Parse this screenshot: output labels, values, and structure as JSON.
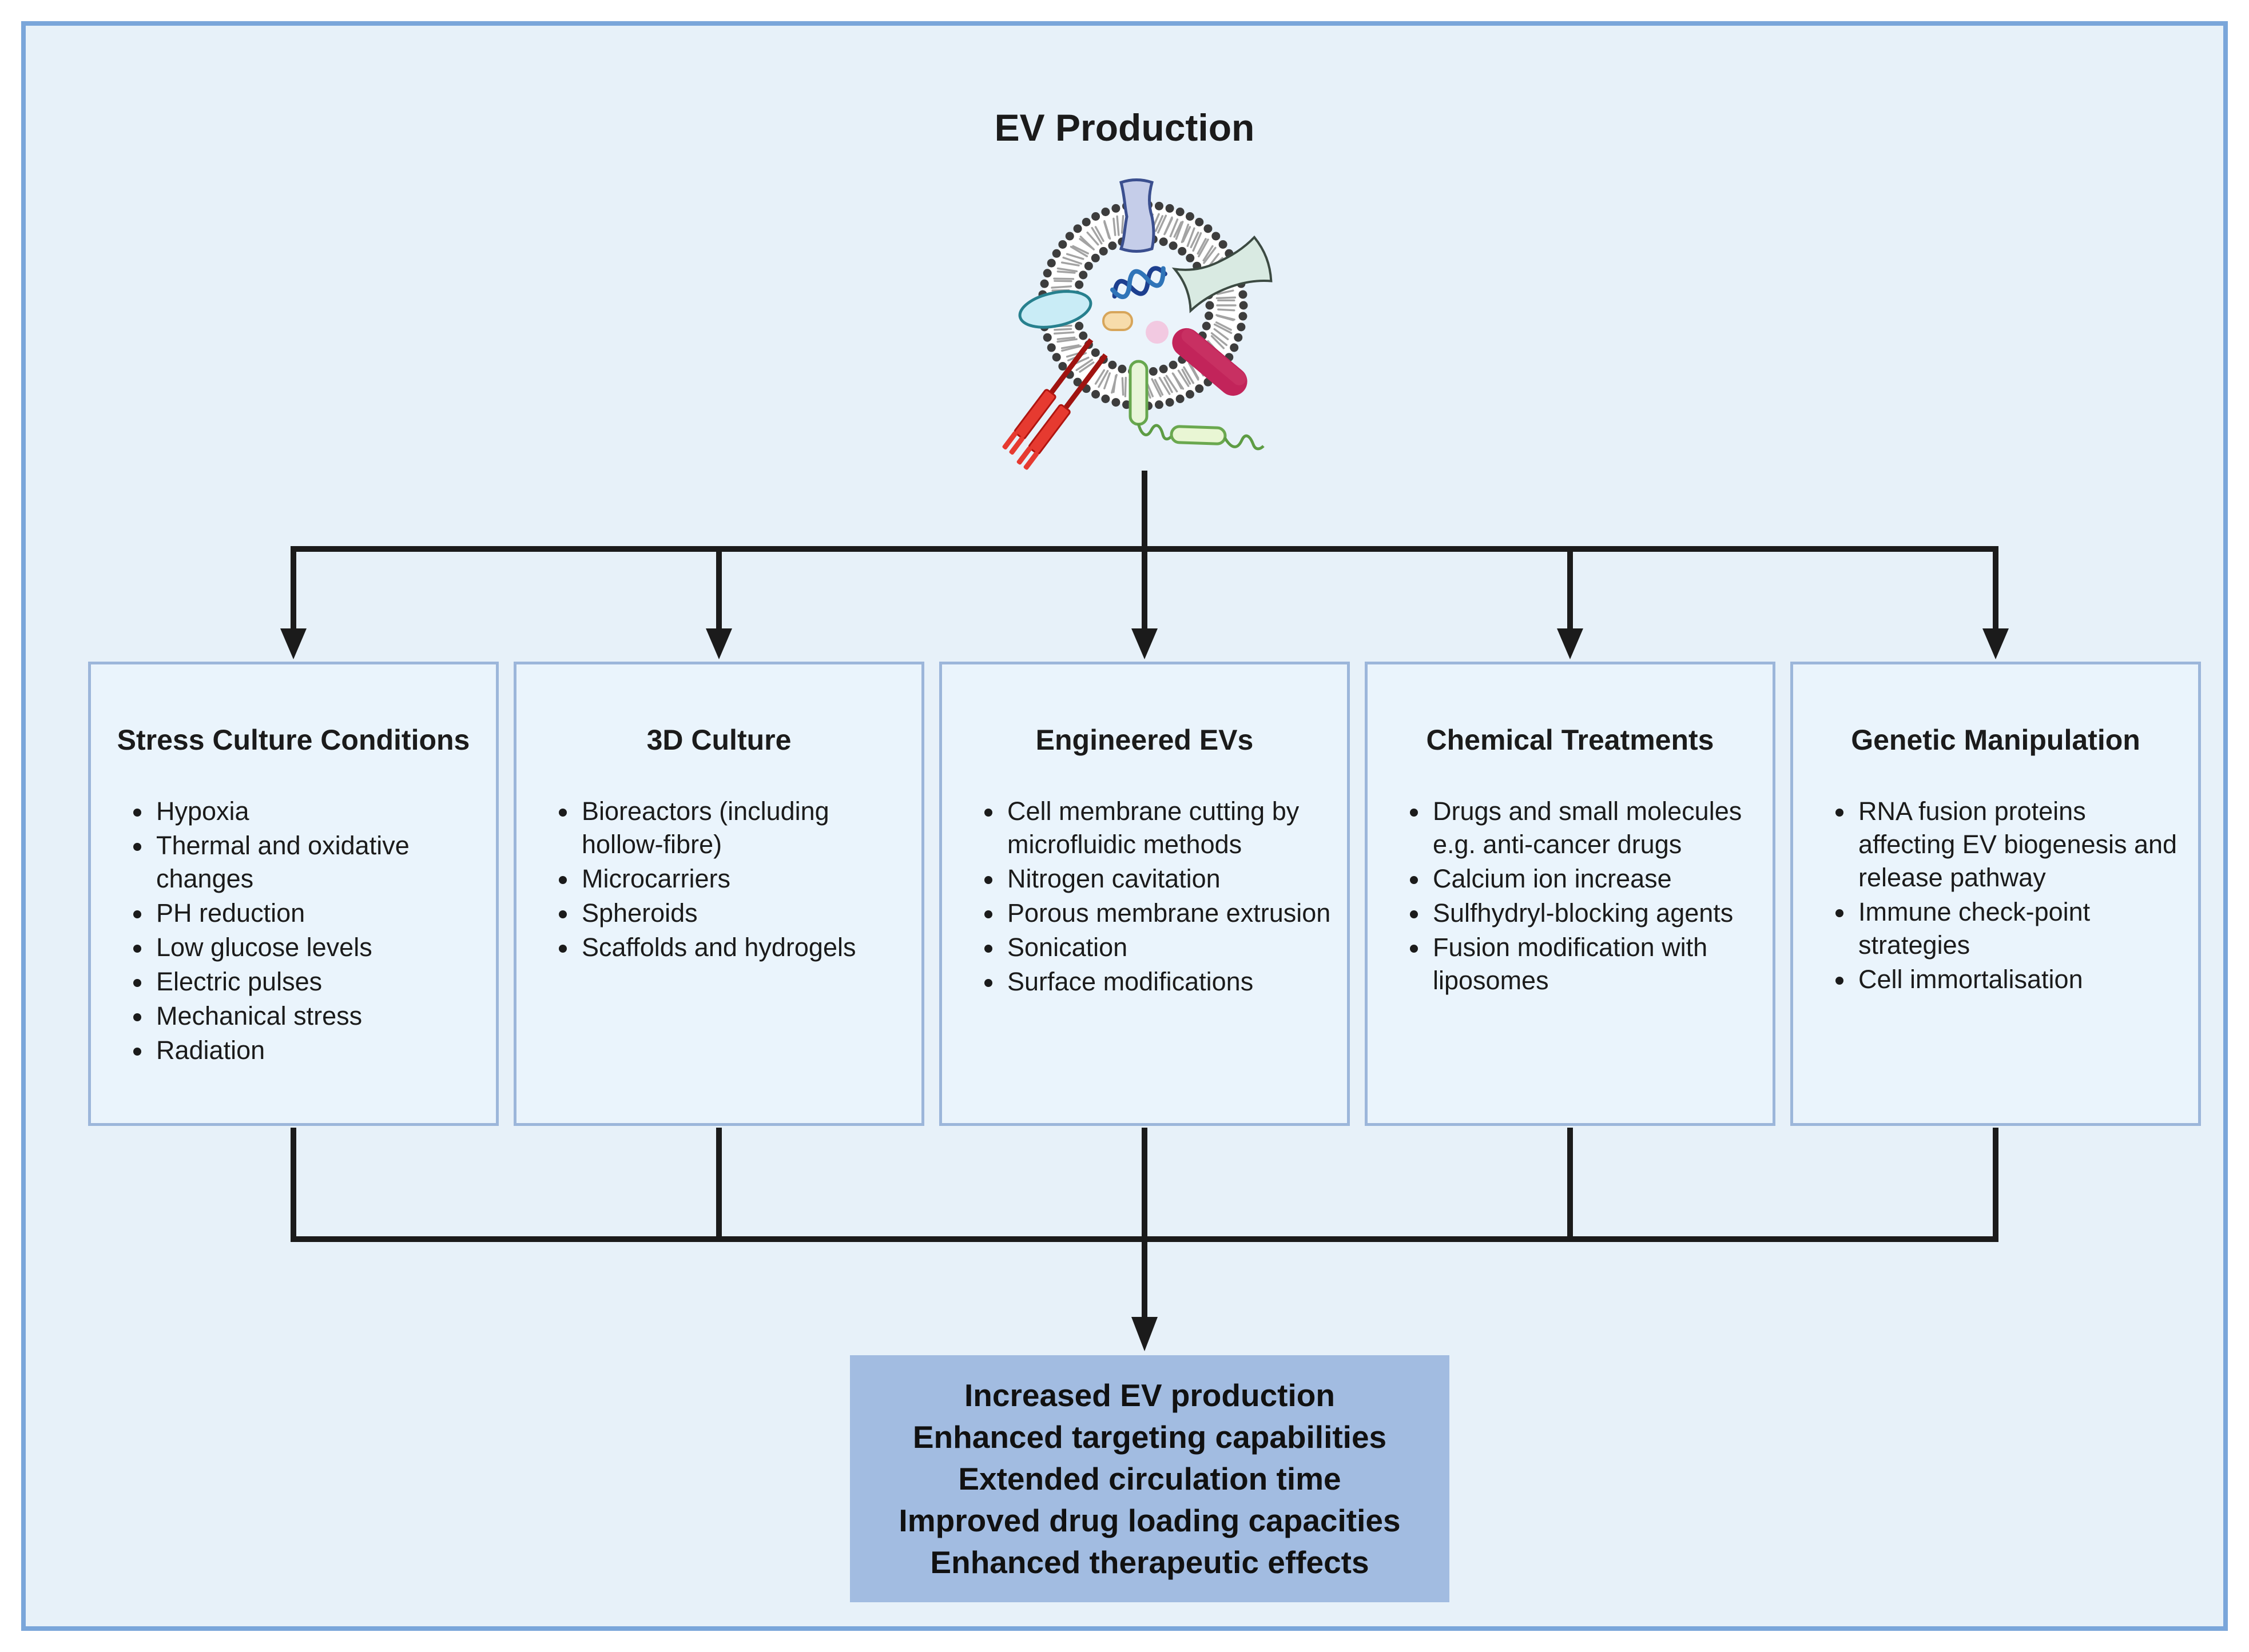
{
  "title": "EV Production",
  "branches": [
    {
      "title": "Stress Culture Conditions",
      "items": [
        "Hypoxia",
        "Thermal and oxidative changes",
        "PH reduction",
        "Low glucose levels",
        "Electric pulses",
        "Mechanical stress",
        "Radiation"
      ]
    },
    {
      "title": "3D Culture",
      "items": [
        "Bioreactors (including hollow-fibre)",
        "Microcarriers",
        "Spheroids",
        "Scaffolds and hydrogels"
      ]
    },
    {
      "title": "Engineered EVs",
      "items": [
        "Cell membrane cutting by microfluidic methods",
        "Nitrogen cavitation",
        "Porous membrane extrusion",
        "Sonication",
        "Surface modifications"
      ]
    },
    {
      "title": "Chemical Treatments",
      "items": [
        "Drugs and small molecules e.g. anti-cancer drugs",
        "Calcium ion increase",
        "Sulfhydryl-blocking agents",
        "Fusion modification with liposomes"
      ]
    },
    {
      "title": "Genetic Manipulation",
      "items": [
        "RNA fusion proteins affecting EV biogenesis and release pathway",
        "Immune check-point strategies",
        "Cell immortalisation"
      ]
    }
  ],
  "outcome": {
    "lines": [
      "Increased EV production",
      "Enhanced targeting capabilities",
      "Extended circulation time",
      "Improved drug loading capacities",
      "Enhanced therapeutic effects"
    ]
  },
  "colors": {
    "background": "#e7f1f9",
    "frame_border": "#7aa6da",
    "box_border": "#9cb6da",
    "box_fill": "#eaf4fc",
    "outcome_fill": "#a2bce1",
    "line": "#1b1b1b"
  }
}
